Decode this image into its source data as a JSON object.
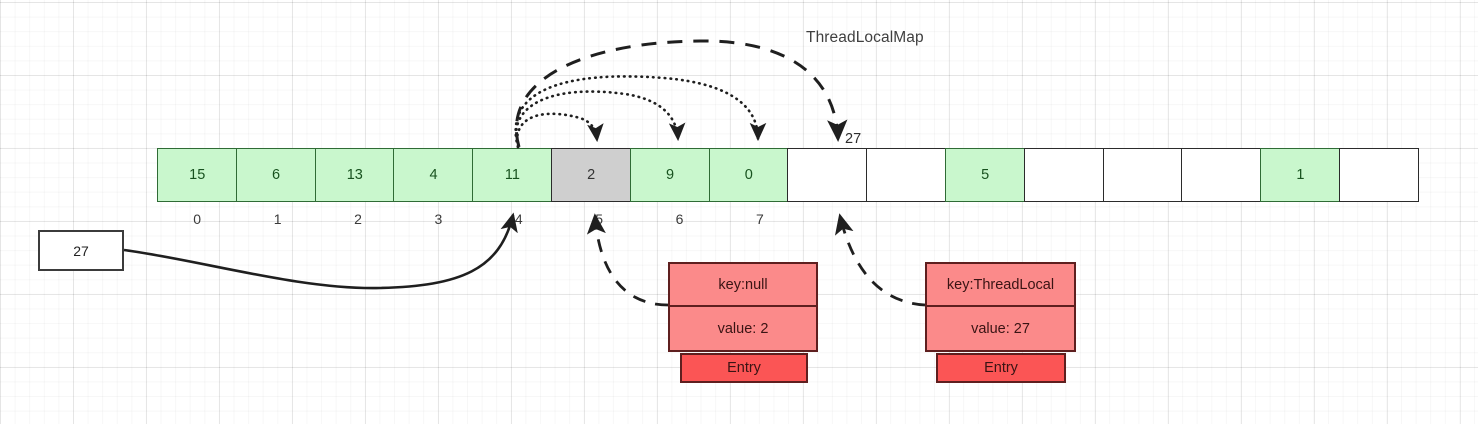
{
  "diagram": {
    "title": "ThreadLocalMap",
    "bucket_label": "27"
  },
  "value_box": {
    "value": "27"
  },
  "array": {
    "cells": [
      {
        "value": "15",
        "state": "green"
      },
      {
        "value": "6",
        "state": "green"
      },
      {
        "value": "13",
        "state": "green"
      },
      {
        "value": "4",
        "state": "green"
      },
      {
        "value": "11",
        "state": "green"
      },
      {
        "value": "2",
        "state": "gray"
      },
      {
        "value": "9",
        "state": "green"
      },
      {
        "value": "0",
        "state": "green"
      },
      {
        "value": "",
        "state": "empty"
      },
      {
        "value": "",
        "state": "empty"
      },
      {
        "value": "5",
        "state": "green"
      },
      {
        "value": "",
        "state": "empty"
      },
      {
        "value": "",
        "state": "empty"
      },
      {
        "value": "",
        "state": "empty"
      },
      {
        "value": "1",
        "state": "green"
      },
      {
        "value": "",
        "state": "empty"
      }
    ],
    "indices": [
      "0",
      "1",
      "2",
      "3",
      "4",
      "5",
      "6",
      "7"
    ]
  },
  "entries": [
    {
      "id": "entry-left",
      "key": "key:null",
      "value": "value: 2",
      "label": "Entry"
    },
    {
      "id": "entry-right",
      "key": "key:ThreadLocal",
      "value": "value: 27",
      "label": "Entry"
    }
  ],
  "colors": {
    "green_fill": "#c9f7cd",
    "green_border": "#2f6b35",
    "gray_fill": "#cfcfcf",
    "entry_fill": "#fb8a8a",
    "entry_label_fill": "#fb5555",
    "entry_border": "#5e1f1f",
    "line": "#1f1f1f"
  },
  "connectors": [
    {
      "name": "probe-to-index-5",
      "style": "dotted",
      "from_index": 4,
      "to_index": 5
    },
    {
      "name": "probe-to-index-6",
      "style": "dotted",
      "from_index": 4,
      "to_index": 6
    },
    {
      "name": "probe-to-index-7",
      "style": "dotted",
      "from_index": 4,
      "to_index": 7
    },
    {
      "name": "probe-to-index-8",
      "style": "dashed",
      "from_index": 4,
      "to_index": 8
    },
    {
      "name": "value-to-index-4",
      "style": "solid",
      "from": "value-box",
      "to_index": 4
    },
    {
      "name": "stale-entry-to-index-5",
      "style": "dashed",
      "from": "entry-left",
      "to_index": 5
    },
    {
      "name": "new-entry-to-index-8",
      "style": "dashed",
      "from": "entry-right",
      "to_index": 8
    }
  ]
}
